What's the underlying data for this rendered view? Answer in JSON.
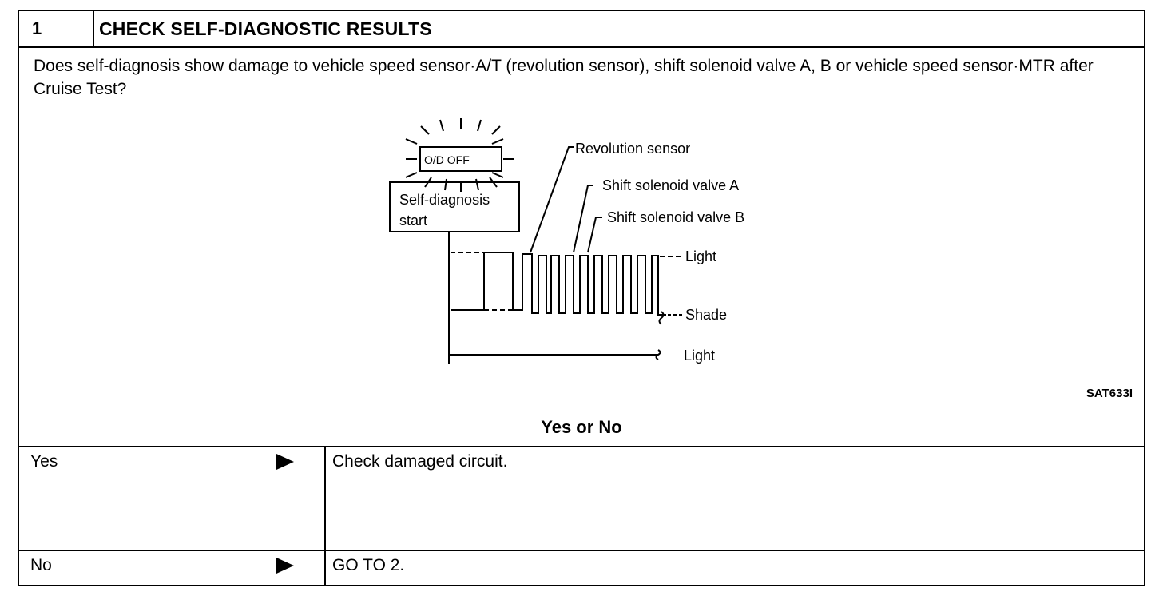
{
  "step": {
    "number": "1",
    "title": "CHECK SELF-DIAGNOSTIC RESULTS"
  },
  "question": "Does self-diagnosis show damage to vehicle speed sensor·A/T (revolution sensor), shift solenoid valve A, B or vehicle speed sensor·MTR after Cruise Test?",
  "figure": {
    "lamp_label": "O/D OFF",
    "start_box": [
      "Self-diagnosis",
      "start"
    ],
    "labels": {
      "revolution_sensor": "Revolution sensor",
      "solenoid_a": "Shift solenoid valve A",
      "solenoid_b": "Shift solenoid valve B",
      "light_top": "Light",
      "shade": "Shade",
      "light_bottom": "Light"
    },
    "code": "SAT633I"
  },
  "decision_label": "Yes or No",
  "answers": [
    {
      "label": "Yes",
      "result": "Check damaged circuit."
    },
    {
      "label": "No",
      "result": "GO TO 2."
    }
  ]
}
